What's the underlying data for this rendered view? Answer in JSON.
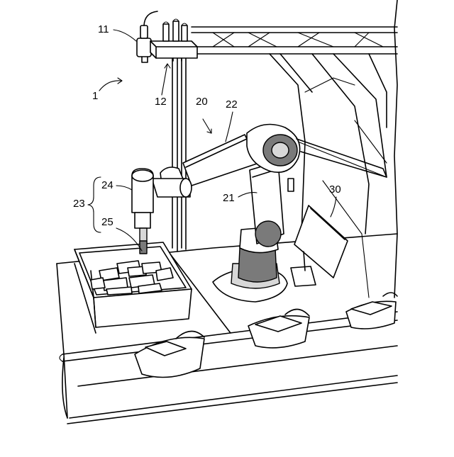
{
  "figure": {
    "reference_numerals": {
      "system": "1",
      "camera": "11",
      "camera_mount": "12",
      "robot": "20",
      "robot_base": "21",
      "robot_arm": "22",
      "end_effector_group": "23",
      "effector_body": "24",
      "effector_tool": "25",
      "display": "30"
    },
    "colors": {
      "line": "#000000",
      "background": "#ffffff",
      "light_shade": "#d8d8d8",
      "dark_shade": "#7a7a7a"
    }
  }
}
